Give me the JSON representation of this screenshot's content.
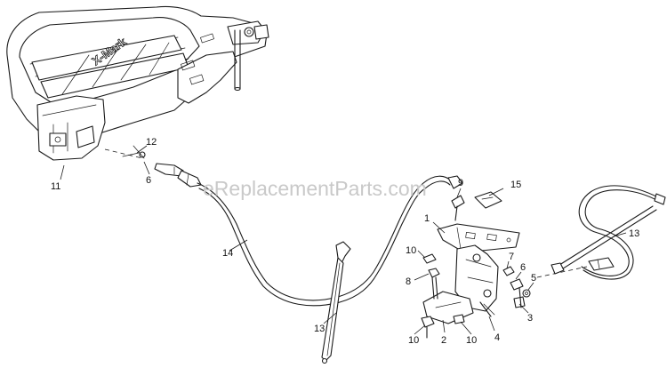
{
  "watermark": "eReplacementParts.com",
  "brand_plate": {
    "mark": "X-Mark"
  },
  "callouts": [
    {
      "id": "c1",
      "label": "1"
    },
    {
      "id": "c2",
      "label": "2"
    },
    {
      "id": "c3",
      "label": "3"
    },
    {
      "id": "c4",
      "label": "4"
    },
    {
      "id": "c5",
      "label": "5"
    },
    {
      "id": "c6a",
      "label": "6"
    },
    {
      "id": "c6b",
      "label": "6"
    },
    {
      "id": "c7",
      "label": "7"
    },
    {
      "id": "c8",
      "label": "8"
    },
    {
      "id": "c9",
      "label": "9"
    },
    {
      "id": "c10a",
      "label": "10"
    },
    {
      "id": "c10b",
      "label": "10"
    },
    {
      "id": "c10c",
      "label": "10"
    },
    {
      "id": "c11",
      "label": "11"
    },
    {
      "id": "c12",
      "label": "12"
    },
    {
      "id": "c13a",
      "label": "13"
    },
    {
      "id": "c13b",
      "label": "13"
    },
    {
      "id": "c14",
      "label": "14"
    },
    {
      "id": "c15",
      "label": "15"
    }
  ]
}
